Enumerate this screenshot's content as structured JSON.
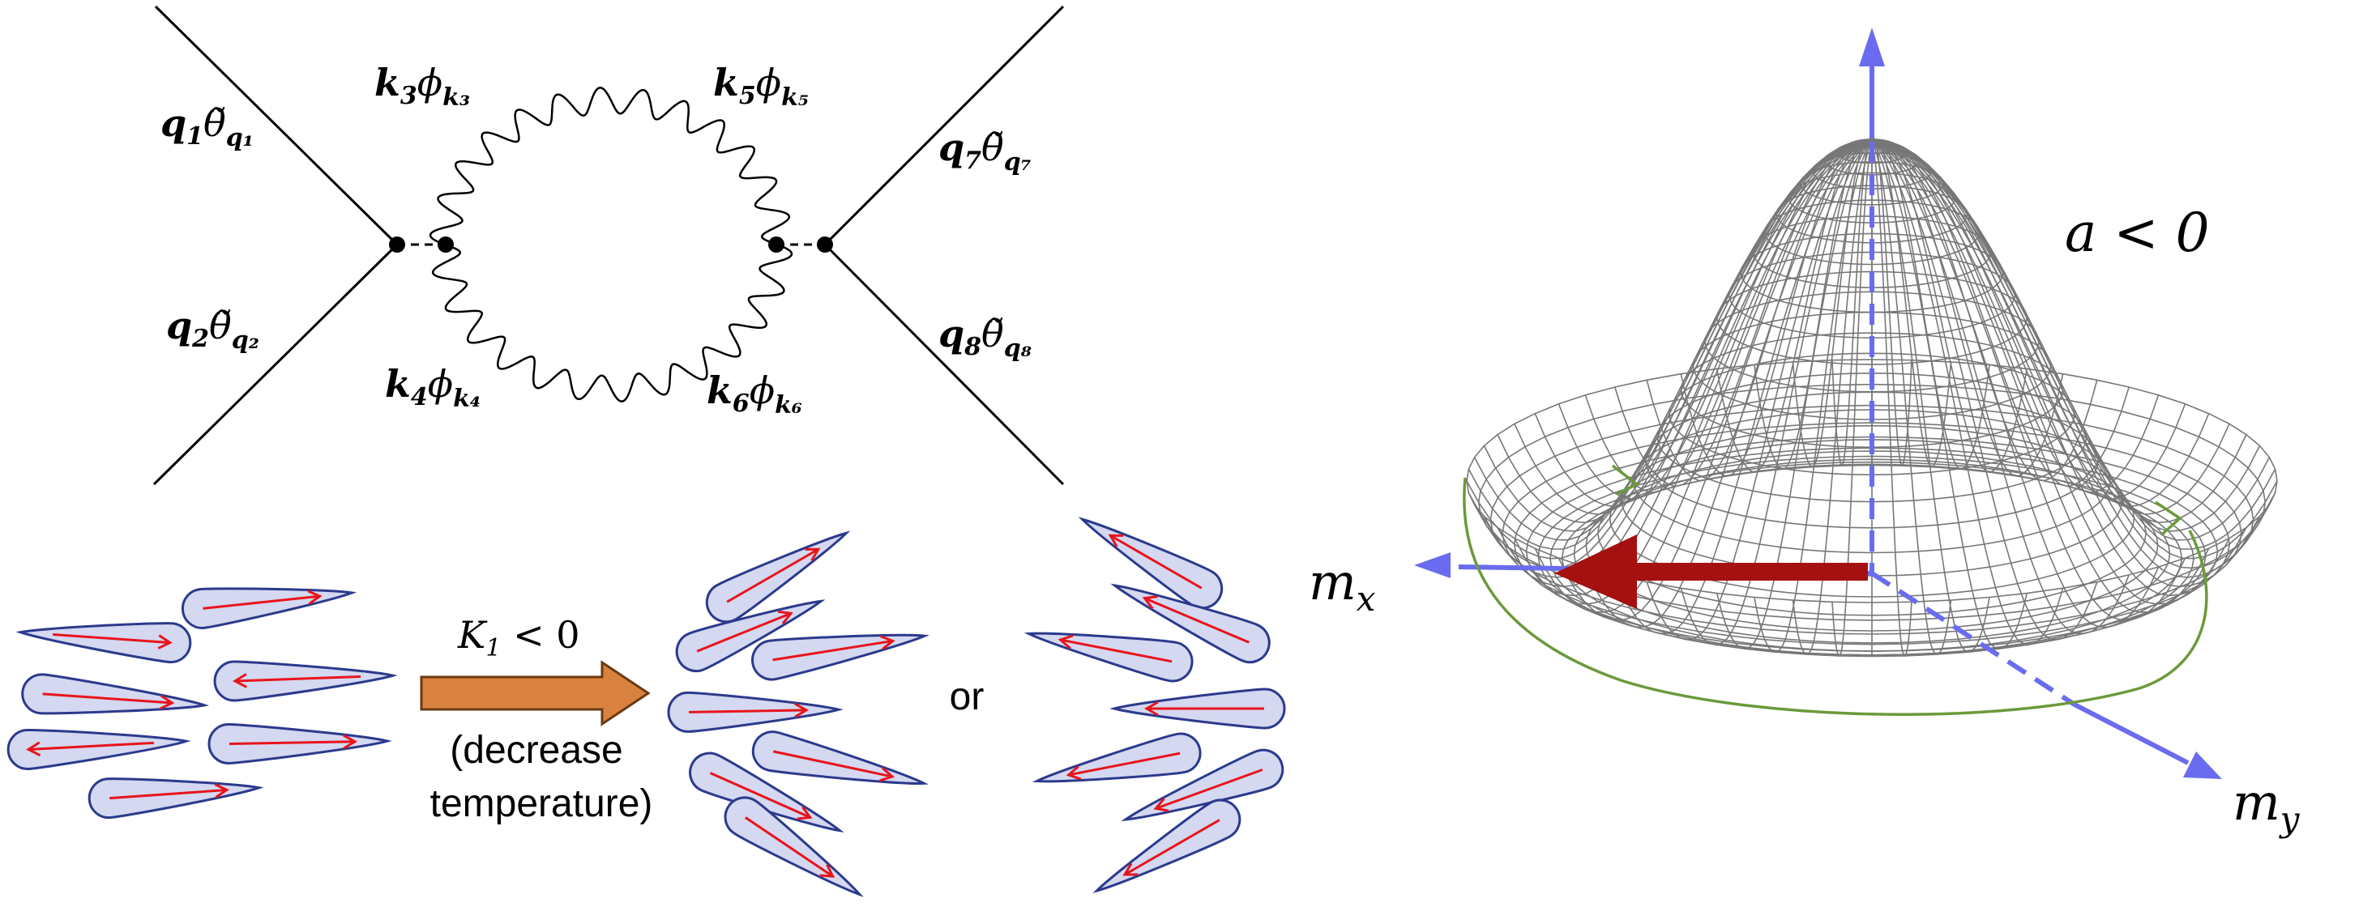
{
  "feynman": {
    "vertices": [
      "vertex-left",
      "vertex-right"
    ],
    "left_external": [
      {
        "label_main": "q",
        "sub": "1",
        "field": "θ̃",
        "field_sub": "q₁"
      },
      {
        "label_main": "q",
        "sub": "2",
        "field": "θ̃",
        "field_sub": "q₂"
      }
    ],
    "right_external": [
      {
        "label_main": "q",
        "sub": "7",
        "field": "θ̃",
        "field_sub": "q₇"
      },
      {
        "label_main": "q",
        "sub": "8",
        "field": "θ̃",
        "field_sub": "q₈"
      }
    ],
    "loop_labels": [
      {
        "label_main": "k",
        "sub": "3",
        "field": "ϕ",
        "field_sub": "k₃"
      },
      {
        "label_main": "k",
        "sub": "5",
        "field": "ϕ",
        "field_sub": "k₅"
      },
      {
        "label_main": "k",
        "sub": "4",
        "field": "ϕ",
        "field_sub": "k₄"
      },
      {
        "label_main": "k",
        "sub": "6",
        "field": "ϕ",
        "field_sub": "k₆"
      }
    ]
  },
  "transition": {
    "condition_main": "K",
    "condition_sub": "1",
    "condition_rel": " < 0",
    "caption_line1": "(decrease",
    "caption_line2": "temperature)",
    "or_text": "or",
    "arrow_color": "#d9823f",
    "molecule_fill": "#d4d8f0",
    "molecule_stroke": "#2b3a8c",
    "director_color": "#e8141c"
  },
  "potential": {
    "condition": "a < 0",
    "axis_x_label_main": "m",
    "axis_x_label_sub": "x",
    "axis_y_label_main": "m",
    "axis_y_label_sub": "y",
    "axis_color": "#6a6cf0",
    "mesh_color": "#777777",
    "ground_state_arrow_color": "#a51010",
    "trajectory_color": "#6a9a3a"
  }
}
